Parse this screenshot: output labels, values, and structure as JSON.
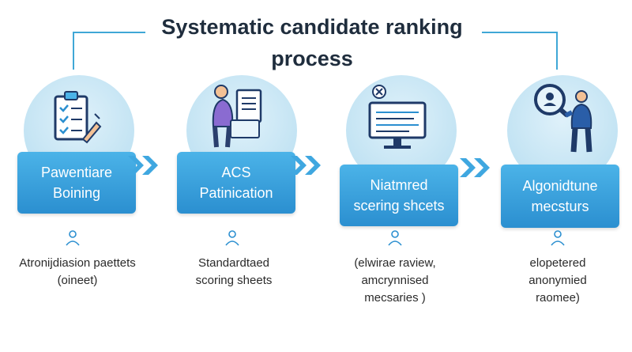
{
  "title": [
    "Systematic candidate ranking",
    "process"
  ],
  "stages": [
    {
      "box_lines": [
        "Pawentiare",
        "Boining"
      ],
      "caption_lines": [
        "Atronijdiasion paettets",
        "(oineet)"
      ]
    },
    {
      "box_lines": [
        "ACS",
        "Patinication"
      ],
      "caption_lines": [
        "Standardtaed",
        "scoring sheets"
      ]
    },
    {
      "box_lines": [
        "Niatmred",
        "scering shcets"
      ],
      "caption_lines": [
        "(elwirae raview,",
        "amcrynnised",
        "mecsaries )"
      ]
    },
    {
      "box_lines": [
        "Algonidtune",
        "mecsturs"
      ],
      "caption_lines": [
        "elopetered",
        "anonymied",
        "raomee)"
      ]
    }
  ],
  "colors": {
    "accent": "#2b8fd0",
    "circle": "#c2e3f3",
    "navy": "#1f3a68"
  },
  "icons": [
    "checklist-icon",
    "person-at-desk-icon",
    "monitor-icon",
    "magnifier-person-icon"
  ]
}
